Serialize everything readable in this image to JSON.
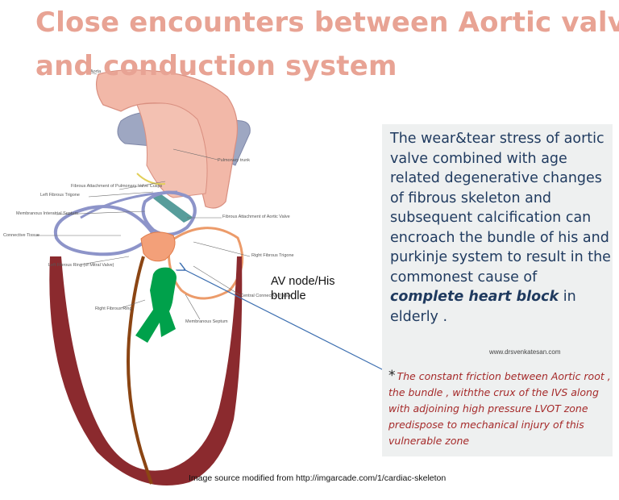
{
  "title": {
    "line1": "Close encounters between Aortic valve",
    "line2": "and conduction system"
  },
  "description": {
    "part1": "The  wear&tear stress of aortic valve  combined with age related degenerative changes of fibrous skeleton and subsequent calcification can encroach the bundle of his and  purkinje  system  to result in the commonest cause of ",
    "emphasis": "complete heart block",
    "part2": " in elderly ."
  },
  "credit": "www.drsvenkatesan.com",
  "note": {
    "marker": "*",
    "text": "The constant  friction between Aortic root , the bundle , withthe crux of the IVS along with adjoining high pressure LVOT zone predispose to mechanical injury of this vulnerable zone"
  },
  "callout": "AV node/His bundle",
  "source": "Image source modified from http://imgarcade.com/1/cardiac-skeleton",
  "diagram_labels": {
    "aorta": "Aorta",
    "pulmonary_trunk": "Pulmonary trunk",
    "fibrous_attachment_pulmonary": "Fibrous Attachment of Pulmonary Valve Cusps",
    "left_fibrous_trigone": "Left Fibrous Trigone",
    "membranous_septum_upper": "Membranous Interatrial Septum",
    "fibrous_attachment_aortic": "Fibrous Attachment of Aortic Valve",
    "connective_tissue_left": "Connective Tissue",
    "right_fibrous_trigone": "Right Fibrous Trigone",
    "left_fibrous_ring": "Left Fibrous Ring (of Mitral Valve)",
    "central_connective_tissue": "Central Connective Tissue",
    "right_fibrous_ring": "Right Fibrous Ring",
    "membranous_septum_lower": "Membranous Septum"
  },
  "colors": {
    "title": "#e8a394",
    "description_text": "#1f3a5f",
    "note_text": "#a52a2a",
    "panel_bg": "#eef0f0",
    "aorta": "#f2b8a8",
    "ventricle_wall": "#8b2a2e",
    "his_bundle": "#00a14b",
    "purkinje": "#8b4513",
    "arrow": "#3d6fb0"
  }
}
